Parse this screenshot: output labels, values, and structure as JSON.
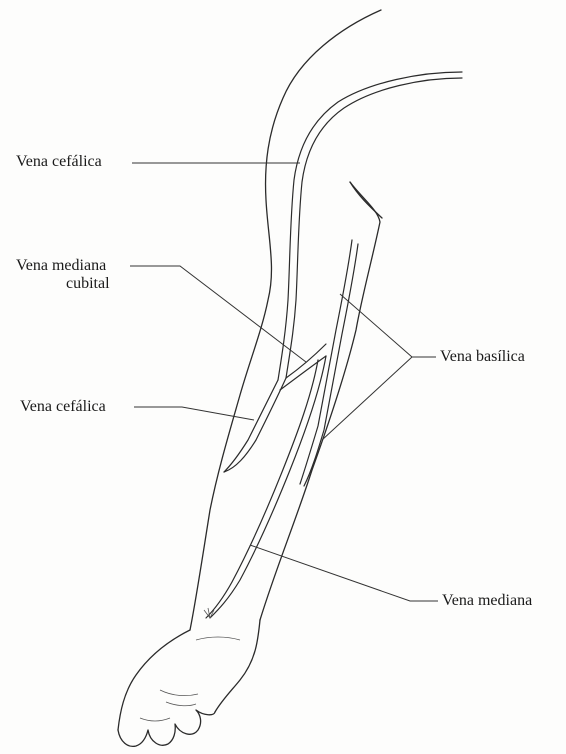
{
  "labels": {
    "vena_cefalica_upper": "Vena cefálica",
    "vena_mediana_cubital_line1": "Vena mediana",
    "vena_mediana_cubital_line2": "cubital",
    "vena_cefalica_lower": "Vena cefálica",
    "vena_basilica": "Vena basílica",
    "vena_mediana": "Vena mediana"
  }
}
